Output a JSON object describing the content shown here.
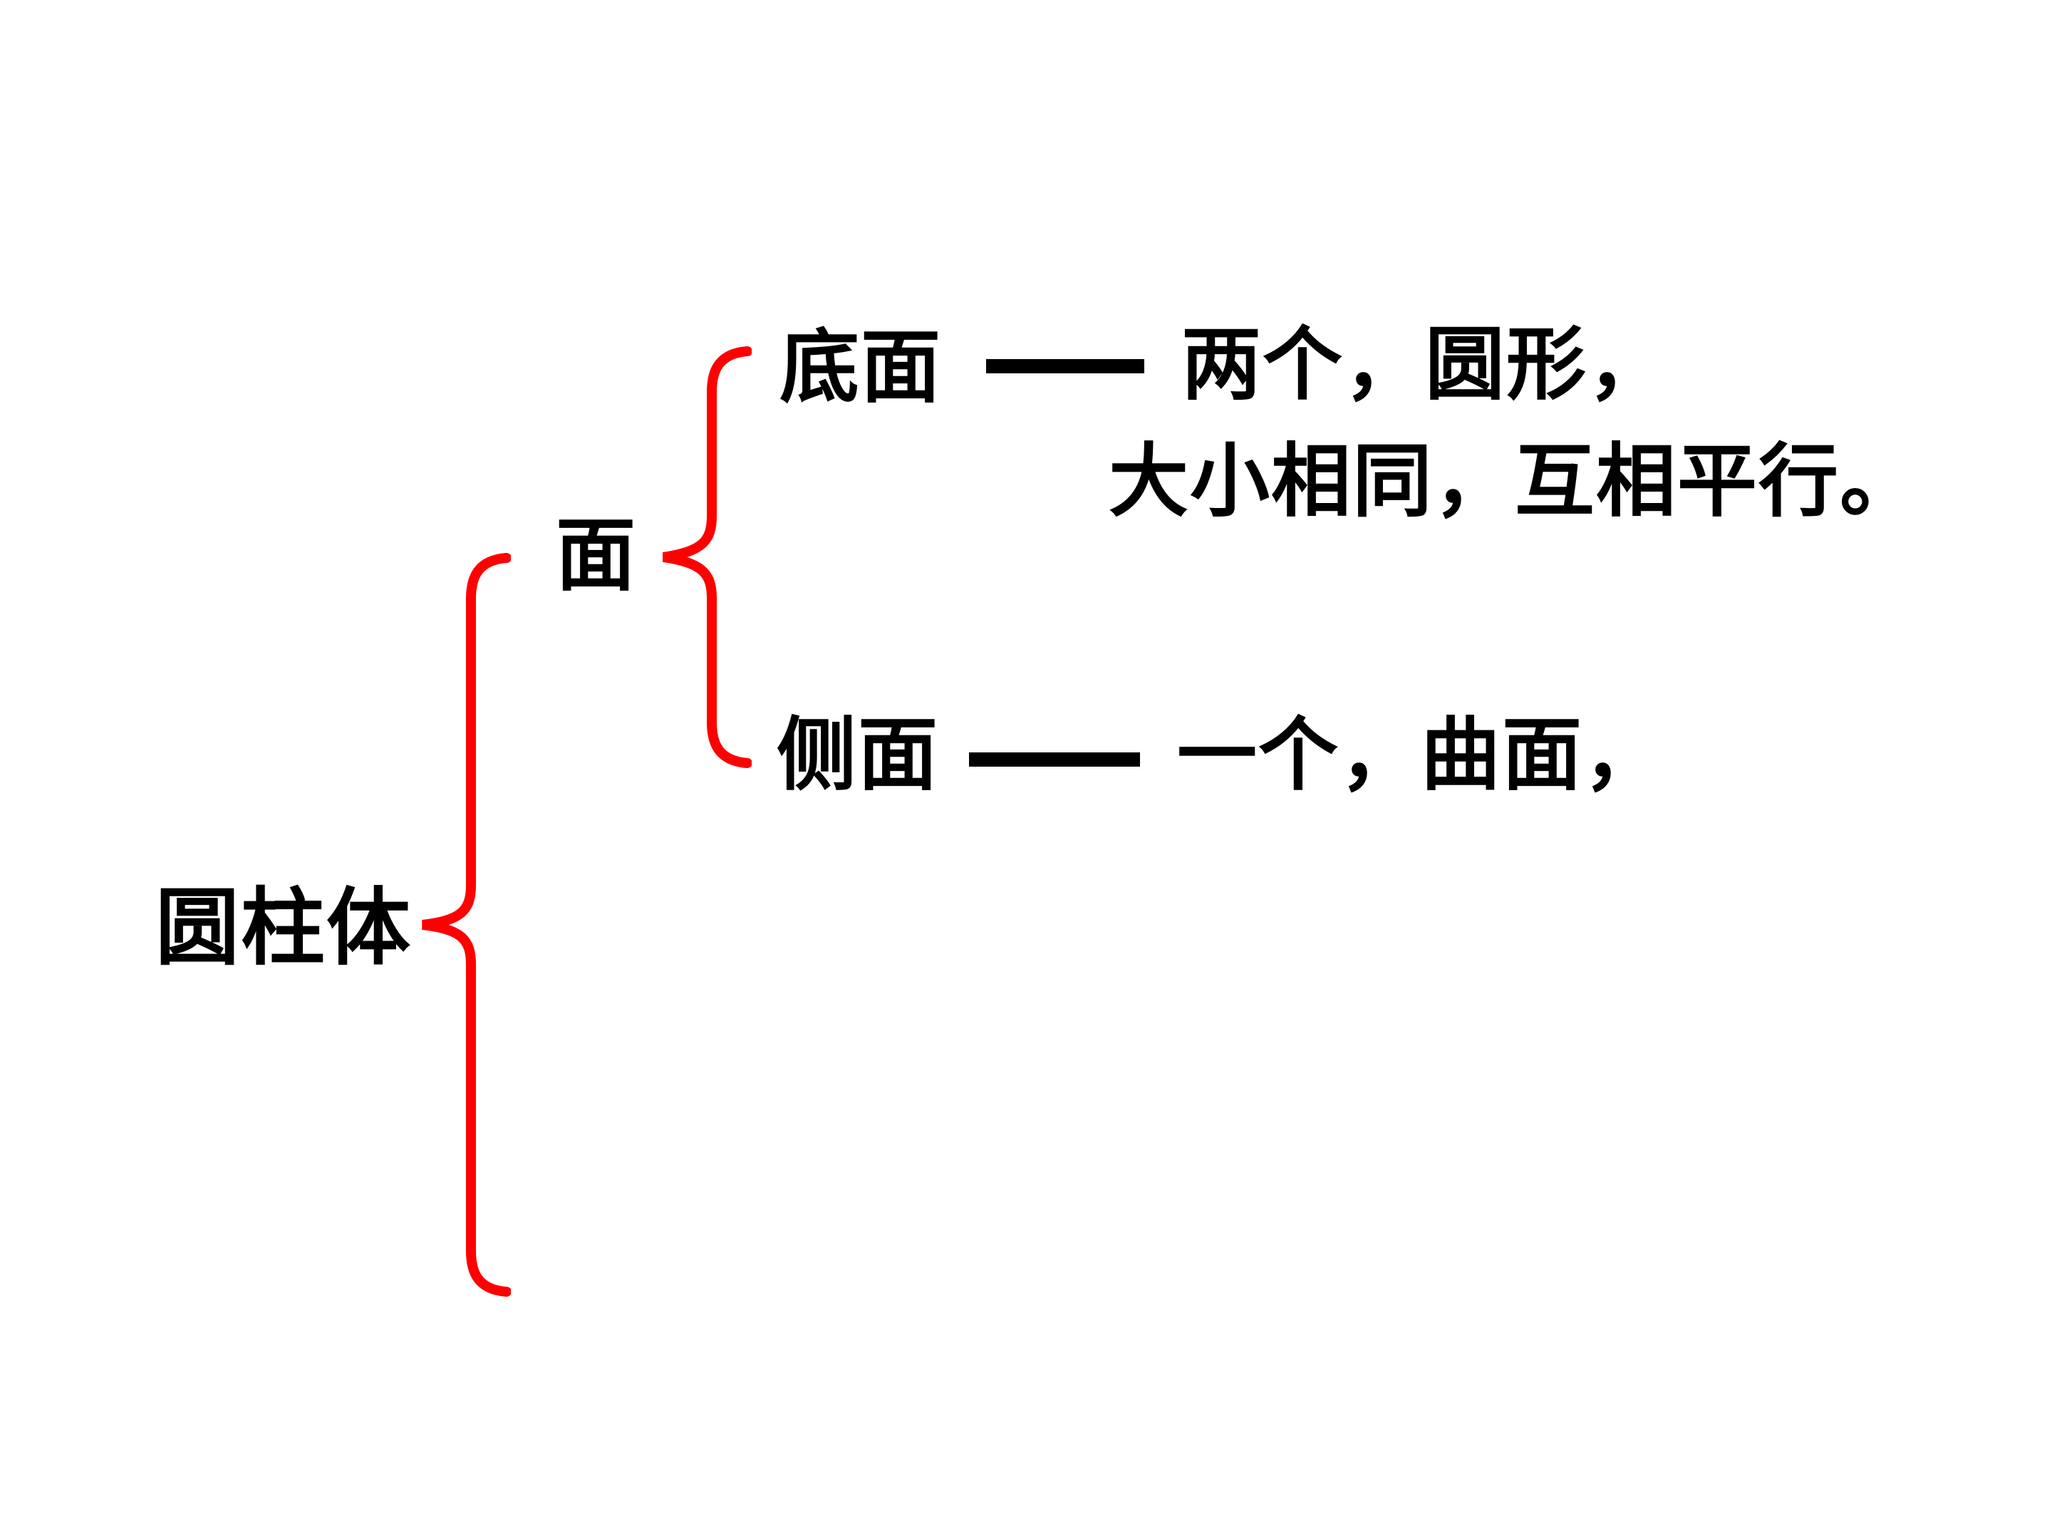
{
  "slide": {
    "root_label": "圆柱体",
    "faces": {
      "label": "面",
      "children": [
        {
          "label": "底面",
          "connector": "——",
          "description_lines": [
            "两个，圆形，",
            "大小相同，互相平行。"
          ]
        },
        {
          "label": "侧面",
          "connector": "——",
          "description_lines": [
            "一个，曲面，"
          ]
        }
      ]
    }
  },
  "colors": {
    "brace-red": "#ff0000",
    "text-black": "#000000",
    "background": "#ffffff"
  }
}
